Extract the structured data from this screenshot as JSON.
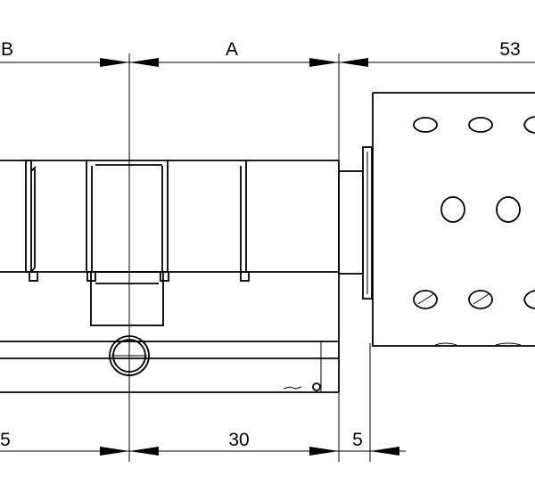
{
  "dimensions": {
    "top": {
      "left_label": "B",
      "middle_label": "A",
      "right_label": "53"
    },
    "bottom": {
      "left_label": "5",
      "middle_label": "30",
      "right_label": "5"
    }
  },
  "colors": {
    "line": "#000000",
    "background": "#ffffff"
  }
}
